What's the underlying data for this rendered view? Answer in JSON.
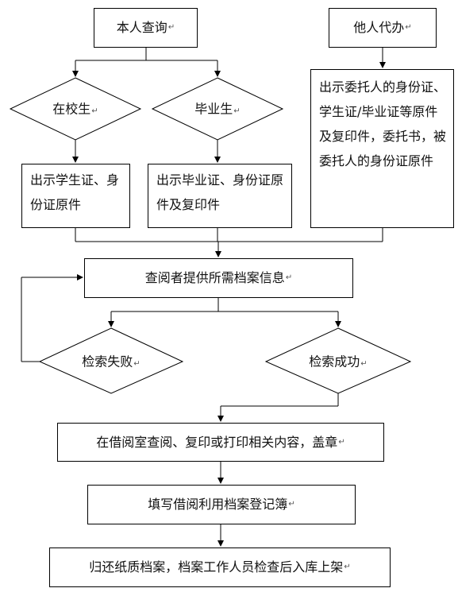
{
  "flow": {
    "self_query": "本人查询",
    "proxy": "他人代办",
    "enrolled": "在校生",
    "graduate": "毕业生",
    "enrolled_docs": "出示学生证、身份证原件",
    "graduate_docs": "出示毕业证、身份证原件及复印件",
    "proxy_docs": "出示委托人的身份证、学生证/毕业证等原件及复印件，委托书，被委托人的身份证原件",
    "provide_info": "查阅者提供所需档案信息",
    "search_fail": "检索失败",
    "search_success": "检索成功",
    "consult": "在借阅室查阅、复印或打印相关内容，盖章",
    "register": "填写借阅利用档案登记簿",
    "return": "归还纸质档案，档案工作人员检查后入库上架"
  }
}
